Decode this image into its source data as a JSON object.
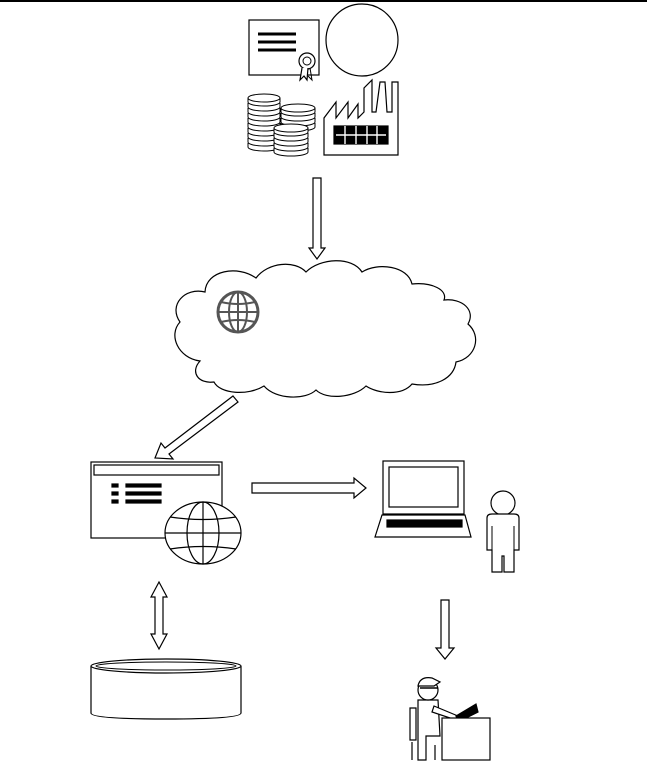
{
  "diagram": {
    "nodes": [
      {
        "id": "certificate",
        "icon": "certificate-icon"
      },
      {
        "id": "seal",
        "icon": "seal-icon"
      },
      {
        "id": "coin-stacks",
        "icon": "coin-stack-icon"
      },
      {
        "id": "factory",
        "icon": "factory-icon"
      },
      {
        "id": "internet-cloud",
        "icon": "cloud-icon"
      },
      {
        "id": "cloud-globe",
        "icon": "globe-icon"
      },
      {
        "id": "web-page",
        "icon": "web-page-icon"
      },
      {
        "id": "web-globe",
        "icon": "globe-icon"
      },
      {
        "id": "laptop",
        "icon": "laptop-icon"
      },
      {
        "id": "user",
        "icon": "person-icon"
      },
      {
        "id": "database",
        "icon": "database-icon"
      },
      {
        "id": "worker",
        "icon": "desk-worker-icon"
      }
    ],
    "edges": [
      {
        "from": "top-group",
        "to": "internet-cloud",
        "style": "down-arrow"
      },
      {
        "from": "internet-cloud",
        "to": "web-page",
        "style": "diagonal-arrow"
      },
      {
        "from": "web-page",
        "to": "laptop",
        "style": "right-arrow"
      },
      {
        "from": "web-page",
        "to": "database",
        "style": "double-arrow"
      },
      {
        "from": "laptop",
        "to": "worker",
        "style": "down-arrow"
      }
    ]
  }
}
